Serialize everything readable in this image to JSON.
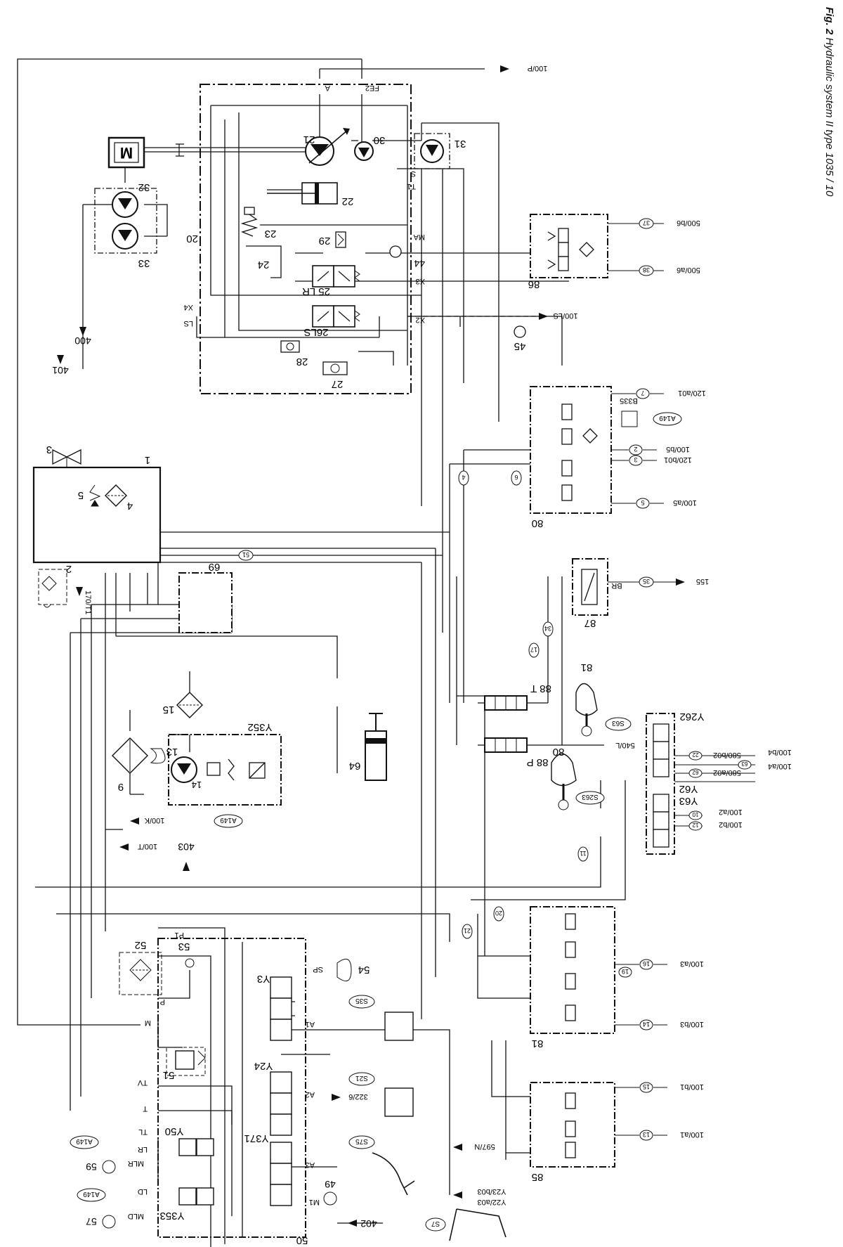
{
  "caption": {
    "figure_label": "Fig. 2",
    "text": "Hydraulic system II type 1035 / 10"
  },
  "components": {
    "motor": "M",
    "pump_main": "21",
    "pump_aux": "30",
    "pump_31": "31",
    "pump_32": "32",
    "pump_33": "33",
    "unit_20": "20",
    "cyl_22": "22",
    "item_23": "23",
    "item_24": "24",
    "valve_25": "25 LR",
    "valve_26": "26LS",
    "orifice_29": "29",
    "item_27": "27",
    "item_28": "28",
    "tank": "1",
    "item_2": "2",
    "valve_3": "3",
    "filter_4": "4",
    "item_5": "5",
    "cooler_9": "9",
    "pump_13": "13",
    "item_14": "14",
    "filter_15": "15",
    "cyl_64": "64",
    "block_69": "69",
    "block_80": "80",
    "block_81": "81",
    "block_85": "85",
    "block_86": "86",
    "valve_87": "87",
    "block_88t": "88 T",
    "block_88p": "88 P",
    "joystick_80": "80",
    "joystick_81": "81",
    "block_50": "50",
    "filter_52": "52",
    "valve_53": "53",
    "acc_54": "54",
    "valve_51": "51",
    "sol_y3": "Y3",
    "sol_y24": "Y24",
    "sol_y371": "Y371",
    "sol_y50": "Y50",
    "sol_y353": "Y353",
    "sol_y352": "Y352",
    "sol_y62": "Y62",
    "sol_y63": "Y63",
    "sol_y262": "Y262"
  },
  "port_labels": {
    "A": "A",
    "FE2": "FE2",
    "S": "S",
    "T1": "T1",
    "MA": "MA",
    "44": "44",
    "X3": "X3",
    "X2": "X2",
    "X4": "X4",
    "LS": "LS",
    "45": "45",
    "P": "P",
    "T": "T",
    "P1": "P1",
    "M": "M",
    "TV": "TV",
    "TL": "TL",
    "LR": "LR",
    "MLR": "MLR",
    "LD": "LD",
    "MLD": "MLD",
    "M1": "M1",
    "SP": "SP",
    "A1": "A1",
    "A2": "A2",
    "A3": "A3",
    "49": "49",
    "59": "59",
    "57": "57",
    "BR": "BR",
    "B335": "B335",
    "540L": "540/L"
  },
  "line_refs": {
    "r100P": "100/P",
    "r100LS": "100/LS",
    "r400": "400",
    "r401": "401",
    "r170T1": "170/T1",
    "r100K": "100/K",
    "r100T": "100/T",
    "r403": "403",
    "r402": "402",
    "r3226": "322/6",
    "r597N": "597/N",
    "rY22a03": "Y22/a03",
    "rY23b03": "Y23/b03",
    "r500b6": "500/b6",
    "r500a6": "500/a6",
    "r120a01": "120/a01",
    "r100b5": "100/b5",
    "r120b01": "120/b01",
    "r100a5": "100/a5",
    "r155": "155",
    "r100b4": "100/b4",
    "r100a4": "100/a4",
    "r580b02": "580/b02",
    "r580a02": "580/a02",
    "r100a2": "100/a2",
    "r100b2": "100/b2",
    "r100a3": "100/a3",
    "r100b3": "100/b3",
    "r100b1": "100/b1",
    "r100a1": "100/a1"
  },
  "circle_labels": {
    "c51": "51",
    "c4": "4",
    "c6": "6",
    "c17": "17",
    "c34": "34",
    "c11": "11",
    "c21": "21",
    "c20": "20",
    "c16": "16",
    "c14": "14",
    "c15": "15",
    "c13": "13",
    "c37": "37",
    "c38": "38",
    "c7": "7",
    "c2": "2",
    "c3": "3",
    "c5": "5",
    "c35": "35",
    "c22": "22",
    "c19": "19",
    "c62": "62",
    "c63": "63",
    "c10": "10",
    "c12": "12",
    "A149": "A149",
    "S35": "S35",
    "S21": "S21",
    "S75": "S75",
    "S7": "S7",
    "S63": "S63",
    "S263": "S263"
  }
}
